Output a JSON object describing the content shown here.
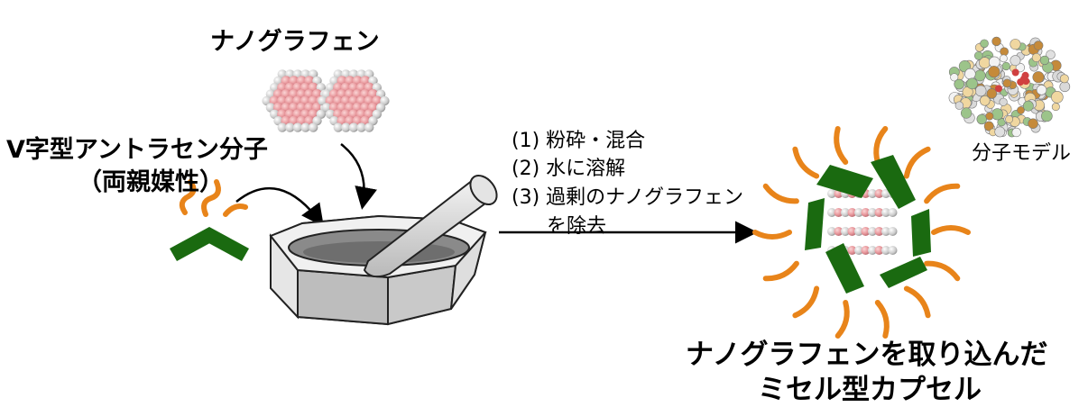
{
  "labels": {
    "nanographene": "ナノグラフェン",
    "v_molecule_line1": "V字型アントラセン分子",
    "v_molecule_line2": "（両親媒性）",
    "model": "分子モデル"
  },
  "steps": [
    "(1) 粉砕・混合",
    "(2) 水に溶解",
    "(3) 過剰のナノグラフェン",
    "を除去"
  ],
  "result": {
    "line1": "ナノグラフェンを取り込んだ",
    "line2": "ミセル型カプセル"
  },
  "colors": {
    "green": "#1a6a10",
    "orange": "#e8841a",
    "pink": "#e89a9a",
    "mortar": "#d0d0d0"
  }
}
